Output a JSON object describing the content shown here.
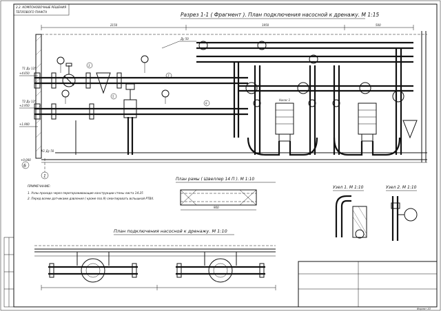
{
  "sheet_header": {
    "line1": "2.2. КОМПОНОВОЧНЫЕ РЕШЕНИЯ",
    "line2": "ТЕПЛОВОГО ПУНКТА"
  },
  "main_section": {
    "title": "Разрез 1-1 ( Фрагмент ). План подключения насосной к дренажу. М 1:15"
  },
  "frame_plan": {
    "title": "План рамы ( Швеллер 14 П ). М 1:10"
  },
  "node1": {
    "title": "Узел 1. М 1:10"
  },
  "node2": {
    "title": "Узел 2. М 1:10"
  },
  "drainage_plan": {
    "title": "План подключения насосной к дренажу. М 1:10"
  },
  "notes": {
    "heading": "ПРИМЕЧАНИЕ:",
    "items": [
      "1.   Узлы прохода через перегораживающие конструкции стены листа 14.25",
      "2.   Перед всеми датчиками давления ( кроме поз.9) смонтировать вспышкой РТВХ."
    ]
  },
  "labels": {
    "section_marker": "Б",
    "axis_marker": "1",
    "elev_top": "+4.650",
    "elev_mid": "+2.950",
    "elev_low": "+1.900",
    "elev_floor": "+0.000",
    "dim_total": "2150",
    "dim_a": "1950",
    "dim_b": "500",
    "dim_c": "900",
    "pipe_du": "Ду 50",
    "pipe_t1": "T1 Ду 125",
    "pipe_t2": "T2 Ду 125",
    "pos_3": "3",
    "pos_5": "5",
    "pos_7": "7",
    "pos_9": "9",
    "pump_label": "Насос 1",
    "drain_label": "K1 Ду 50",
    "format": "Формат А3"
  }
}
